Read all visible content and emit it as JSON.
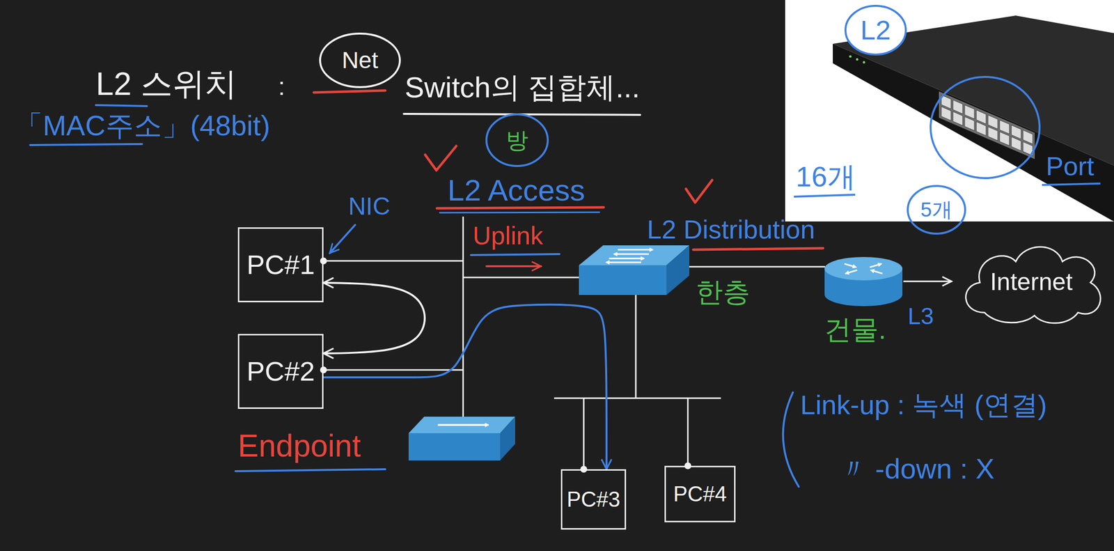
{
  "diagram": {
    "nodes": [
      {
        "text": [
          "Net"
        ]
      },
      {
        "text": [
          "방"
        ]
      },
      {
        "text": [
          "L2"
        ]
      },
      {
        "text": [
          "5개"
        ]
      },
      {
        "text": [
          "PC#1"
        ]
      },
      {
        "text": [
          "PC#2"
        ]
      },
      {
        "text": [
          "PC#3"
        ]
      },
      {
        "text": [
          "PC#4"
        ]
      },
      {
        "text": [
          "Internet"
        ]
      }
    ],
    "edges": [
      {
        "from": 4,
        "to": 5,
        "arrow": "both"
      },
      {
        "from": 5,
        "to": 6,
        "arrow": "to"
      }
    ],
    "labels": [
      "L2 스위치",
      ":",
      "Switch의 집합체...",
      "「MAC주소」(48bit)",
      "L2 Access",
      "NIC",
      "Uplink",
      "L2 Distribution",
      "한층",
      "건물.",
      "L3",
      "Endpoint",
      "16개",
      "Port",
      "Link-up : 녹색 (연결)",
      "〃 -down : X"
    ]
  }
}
